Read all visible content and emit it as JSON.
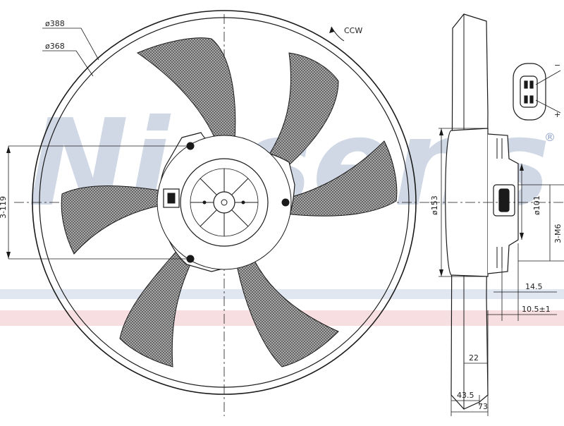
{
  "watermark": {
    "brand": "Nissens",
    "registered_mark": "®"
  },
  "front_view": {
    "diameter_outer": "ø388",
    "diameter_inner": "ø368",
    "rotation": "CCW",
    "mount_pitch": "3-119",
    "blade_count": 6
  },
  "side_view": {
    "diameter_motor": "ø153",
    "diameter_hub": "ø101",
    "bolts": "3-M6",
    "dim_14_5": "14.5",
    "dim_10_5": "10.5±1",
    "dim_22": "22",
    "dim_43_5": "43.5",
    "dim_73": "73"
  },
  "connector": {
    "pin_minus": "−",
    "pin_plus": "+"
  },
  "colors": {
    "line": "#1a1a1a",
    "blade_fill": "#8a8a8a",
    "watermark_blue": "#aab9d3",
    "watermark_red": "#e8a0a8"
  }
}
